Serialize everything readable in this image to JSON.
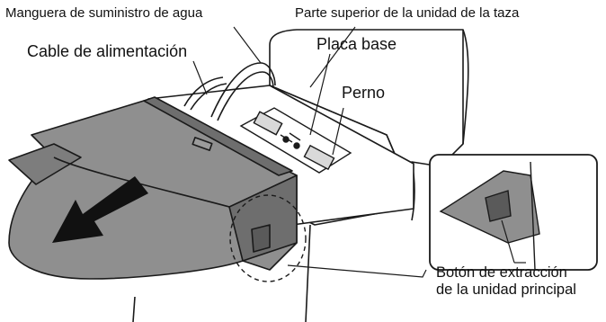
{
  "labels": {
    "water_hose": "Manguera de suministro de agua",
    "bowl_top": "Parte superior de la unidad de la taza",
    "power_cable": "Cable de alimentación",
    "base_plate": "Placa base",
    "bolt": "Perno",
    "release_button": [
      "Botón de extracción",
      "de la unidad principal"
    ]
  },
  "colors": {
    "seat_fill": "#8f8f8f",
    "seat_dark": "#6e6e6e",
    "line": "#1a1a1a",
    "arrow": "#111111",
    "bowl": "#ffffff"
  },
  "icons": {
    "direction": "arrow-left-down",
    "callout": "dashed-circle"
  }
}
